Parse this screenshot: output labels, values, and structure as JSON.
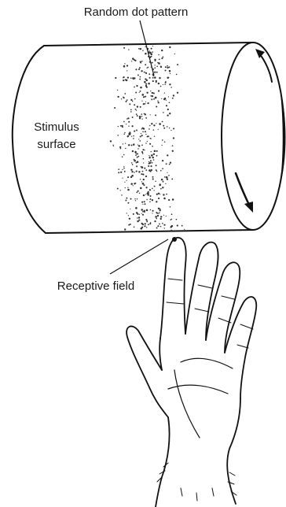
{
  "labels": {
    "random_dot_pattern": "Random dot pattern",
    "stimulus_line1": "Stimulus",
    "stimulus_line2": "surface",
    "receptive_field": "Receptive field"
  }
}
